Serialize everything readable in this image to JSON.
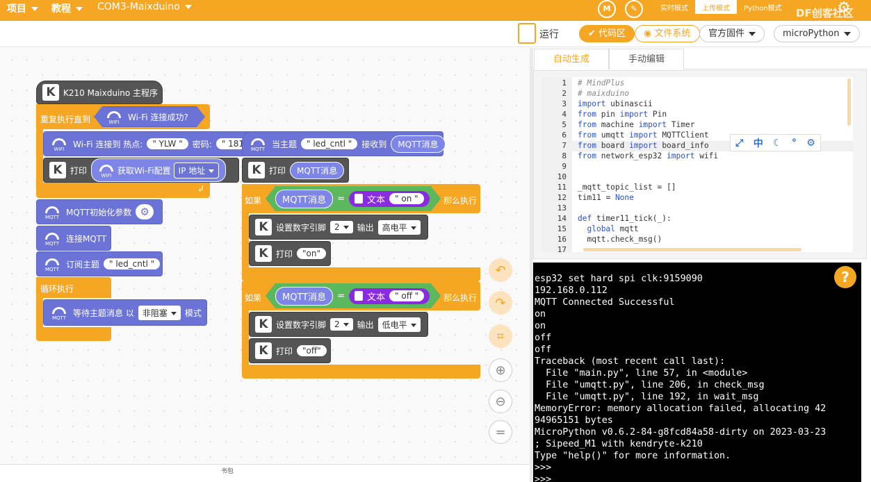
{
  "topbar": {
    "menu_project": "项目",
    "menu_tutorial": "教程",
    "menu_port": "COM3-Maixduino",
    "icons": [
      "mind-icon",
      "edit-icon"
    ],
    "modes": [
      "实时模式",
      "上传模式",
      "Python模式"
    ],
    "active_mode": "上传模式",
    "watermark": "DF创客社区"
  },
  "toolbar": {
    "run_label": "运行",
    "code_label": "代码区",
    "files_label": "文件系统",
    "firmware_label": "官方固件",
    "python_label": "microPython"
  },
  "workspace": {
    "main_hat": "K210 Maixduino 主程序",
    "repeat_until": "重复执行直到",
    "wifi_connected": "Wi-Fi 连接成功?",
    "wifi_connect": "Wi-Fi 连接到 热点:",
    "ssid": "\" YLW \"",
    "password_label": "密码:",
    "password_value": "\" 181",
    "print1": "打印",
    "get_wifi_config": "获取Wi-Fi配置",
    "ip_address": "IP 地址",
    "mqtt_init": "MQTT初始化参数",
    "connect_mqtt": "连接MQTT",
    "subscribe": "订阅主题",
    "topic1": "\" led_cntl \"",
    "loop": "循环执行",
    "wait_msg": "等待主题消息 以",
    "nonblock": "非阻塞",
    "mode_word": "模式",
    "when_topic": "当主题",
    "topic2": "\" led_cntl \"",
    "received": "接收到",
    "mqtt_msg": "MQTT消息",
    "print2": "打印",
    "mqtt_msg2": "MQTT消息",
    "if1": "如果",
    "mqtt_msg3": "MQTT消息",
    "eq1": "=",
    "text1": "文本",
    "on_str": "\" on \"",
    "then1": "那么执行",
    "set_pin1": "设置数字引脚",
    "pin1": "2",
    "output1": "输出",
    "high": "高电平",
    "print3": "打印",
    "on_print": "\"on\"",
    "if2": "如果",
    "mqtt_msg4": "MQTT消息",
    "eq2": "=",
    "text2": "文本",
    "off_str": "\" off \"",
    "then2": "那么执行",
    "set_pin2": "设置数字引脚",
    "pin2": "2",
    "output2": "输出",
    "low": "低电平",
    "print4": "打印",
    "off_print": "\"off\"",
    "bottom_label": "书包"
  },
  "panel": {
    "tab_auto": "自动生成",
    "tab_manual": "手动编辑"
  },
  "code_lines": [
    {
      "n": "1",
      "t": "# MindPlus"
    },
    {
      "n": "2",
      "t": "# maixduino"
    },
    {
      "n": "3",
      "t": "import ubinascii"
    },
    {
      "n": "4",
      "t": "from pin import Pin"
    },
    {
      "n": "5",
      "t": "from machine import Timer"
    },
    {
      "n": "6",
      "t": "from umqtt import MQTTClient"
    },
    {
      "n": "7",
      "t": "from board import board_info"
    },
    {
      "n": "8",
      "t": "from network_esp32 import wifi"
    },
    {
      "n": "9",
      "t": ""
    },
    {
      "n": "10",
      "t": ""
    },
    {
      "n": "11",
      "t": "_mqtt_topic_list = []"
    },
    {
      "n": "12",
      "t": "tim11 = None"
    },
    {
      "n": "13",
      "t": ""
    },
    {
      "n": "14",
      "t": "def timer11_tick(_):"
    },
    {
      "n": "15",
      "t": "  global mqtt"
    },
    {
      "n": "16",
      "t": "  mqtt.check_msg()"
    },
    {
      "n": "17",
      "t": ""
    }
  ],
  "console_lines": [
    "esp32 set hard spi clk:9159090",
    "192.168.0.112",
    "MQTT Connected Successful",
    "on",
    "on",
    "off",
    "off",
    "Traceback (most recent call last):",
    "  File \"main.py\", line 57, in <module>",
    "  File \"umqtt.py\", line 206, in check_msg",
    "  File \"umqtt.py\", line 192, in wait_msg",
    "MemoryError: memory allocation failed, allocating 42",
    "94965151 bytes",
    "MicroPython v0.6.2-84-g8fcd84a58-dirty on 2023-03-23",
    "; Sipeed_M1 with kendryte-k210",
    "Type \"help()\" for more information.",
    ">>>",
    ">>>"
  ],
  "colors": {
    "accent": "#f5a623",
    "gray_block": "#555555",
    "purple_block": "#6b74d6",
    "green_block": "#5cb85c",
    "text_block": "#8a2be2"
  }
}
